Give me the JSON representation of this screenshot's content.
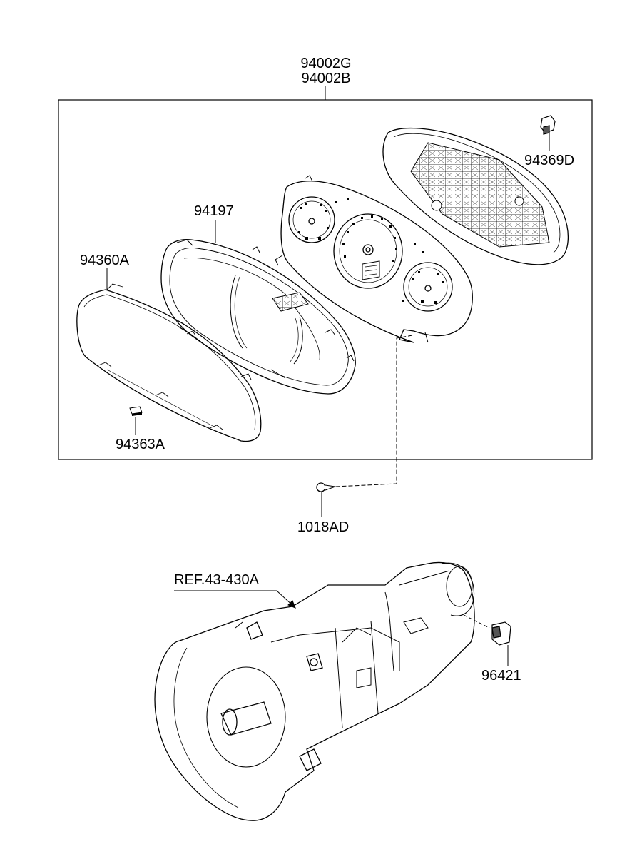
{
  "labels": {
    "assembly_line1": "94002G",
    "assembly_line2": "94002B",
    "bulb": "94369D",
    "housing": "94197",
    "lens": "94360A",
    "pad": "94363A",
    "screw": "1018AD",
    "ref": "REF.43-430A",
    "sensor": "96421"
  },
  "colors": {
    "line": "#000000",
    "background": "#ffffff",
    "shade": "#555555"
  }
}
